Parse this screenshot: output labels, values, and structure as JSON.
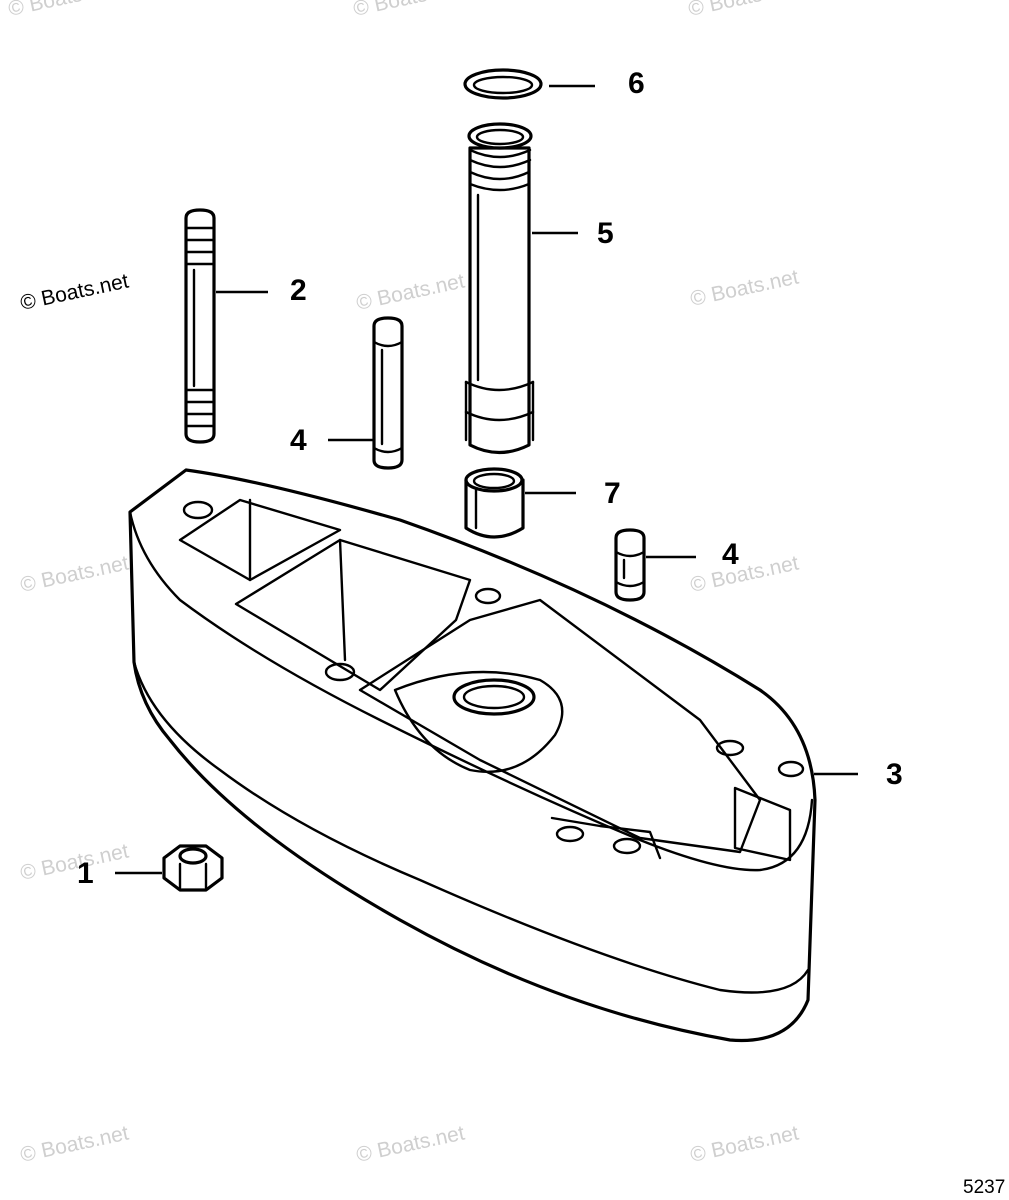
{
  "diagram": {
    "watermark": "© Boats.net",
    "figure_number": "5237",
    "callouts": [
      {
        "id": "callout-1",
        "label": "1"
      },
      {
        "id": "callout-2",
        "label": "2"
      },
      {
        "id": "callout-3",
        "label": "3"
      },
      {
        "id": "callout-4a",
        "label": "4"
      },
      {
        "id": "callout-4b",
        "label": "4"
      },
      {
        "id": "callout-5",
        "label": "5"
      },
      {
        "id": "callout-6",
        "label": "6"
      },
      {
        "id": "callout-7",
        "label": "7"
      }
    ]
  }
}
